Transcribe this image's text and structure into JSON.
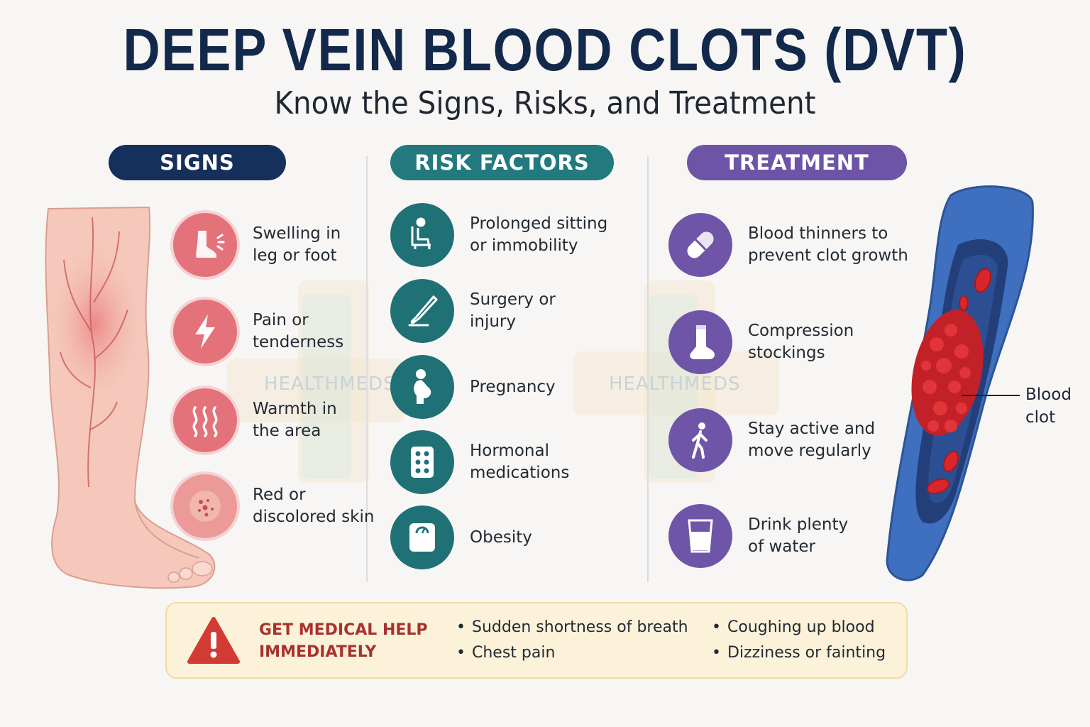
{
  "header": {
    "title": "DEEP VEIN BLOOD CLOTS (DVT)",
    "subtitle": "Know the Signs, Risks, and Treatment"
  },
  "sections": {
    "signs": {
      "heading": "SIGNS",
      "items": [
        {
          "label": "Swelling in\nleg or foot",
          "icon": "swollen-foot-icon"
        },
        {
          "label": "Pain or\ntenderness",
          "icon": "lightning-bolt-icon"
        },
        {
          "label": "Warmth in\nthe area",
          "icon": "heat-waves-icon"
        },
        {
          "label": "Red or\ndiscolored skin",
          "icon": "discolored-skin-icon"
        }
      ]
    },
    "risk_factors": {
      "heading": "RISK FACTORS",
      "items": [
        {
          "label": "Prolonged sitting\nor immobility",
          "icon": "seated-person-icon"
        },
        {
          "label": "Surgery or\ninjury",
          "icon": "scalpel-icon"
        },
        {
          "label": "Pregnancy",
          "icon": "pregnant-woman-icon"
        },
        {
          "label": "Hormonal\nmedications",
          "icon": "pill-pack-icon"
        },
        {
          "label": "Obesity",
          "icon": "weight-scale-icon"
        }
      ]
    },
    "treatment": {
      "heading": "TREATMENT",
      "items": [
        {
          "label": "Blood thinners to\nprevent clot growth",
          "icon": "capsule-icon"
        },
        {
          "label": "Compression\nstockings",
          "icon": "stocking-icon"
        },
        {
          "label": "Stay active and\nmove regularly",
          "icon": "walking-person-icon"
        },
        {
          "label": "Drink plenty\nof water",
          "icon": "water-glass-icon"
        }
      ]
    }
  },
  "illustration": {
    "clot_label": "Blood\nclot"
  },
  "watermark": {
    "text": "HEALTHMEDS"
  },
  "alert": {
    "heading": "GET MEDICAL HELP\nIMMEDIATELY",
    "bullets_left": [
      "Sudden shortness of breath",
      "Chest pain"
    ],
    "bullets_right": [
      "Coughing up blood",
      "Dizziness or fainting"
    ]
  },
  "colors": {
    "title": "#13294b",
    "signs": "#15305a",
    "risk": "#227a7e",
    "treatment": "#6e54a6",
    "alert_text": "#a8322e",
    "alert_bg": "#fcf2d9"
  }
}
